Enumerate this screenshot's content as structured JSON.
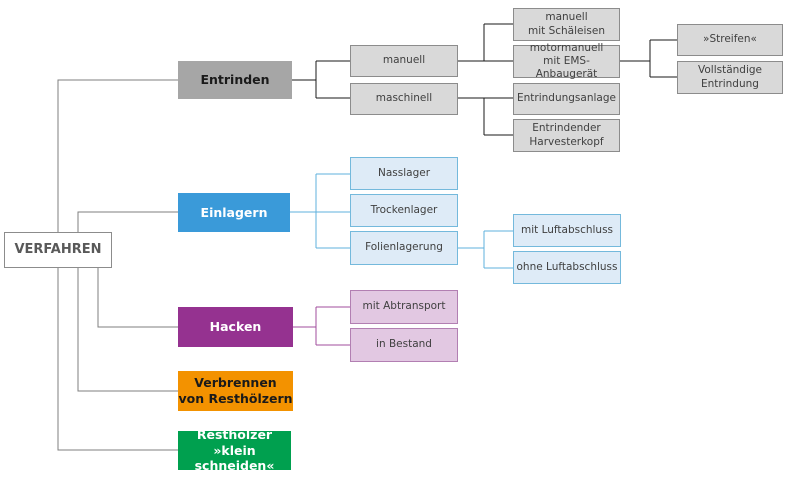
{
  "root": "VERFAHREN",
  "colors": {
    "entrinden": "#a6a6a6",
    "einlagern": "#3a9ad9",
    "hacken": "#953290",
    "verbrennen": "#f39200",
    "restholzer": "#00a04f"
  },
  "categories": {
    "entrinden": {
      "label": "Entrinden",
      "manuell": "manuell",
      "maschinell": "maschinell",
      "manuell_schaleisen": "manuell\nmit Schäleisen",
      "motormanuell": "motormanuell\nmit EMS-Anbaugerät",
      "streifen": "»Streifen«",
      "vollstaendig": "Vollständige\nEntrindung",
      "anlage": "Entrindungsanlage",
      "harvesterkopf": "Entrindender\nHarvesterkopf"
    },
    "einlagern": {
      "label": "Einlagern",
      "nasslager": "Nasslager",
      "trockenlager": "Trockenlager",
      "folienlagerung": "Folienlagerung",
      "mit_luft": "mit Luftabschluss",
      "ohne_luft": "ohne Luftabschluss"
    },
    "hacken": {
      "label": "Hacken",
      "mit_abtransport": "mit Abtransport",
      "in_bestand": "in Bestand"
    },
    "verbrennen": {
      "label": "Verbrennen\nvon Resthölzern"
    },
    "restholzer": {
      "label": "Resthölzer\n»klein schneiden«"
    }
  }
}
